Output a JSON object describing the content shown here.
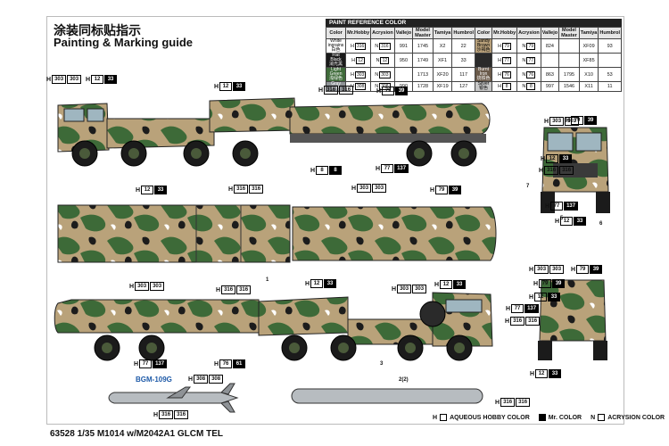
{
  "header": {
    "title_cn": "涂装同标贴指示",
    "title_en": "Painting & Marking guide"
  },
  "paint_table": {
    "caption": "PAINT  REFERENCE COLOR",
    "columns": [
      "Color",
      "Mr.Hobby",
      "Acrysion",
      "Vallejo",
      "Model Master",
      "Tamiya",
      "Humbrol"
    ],
    "left_rows": [
      {
        "name": "White ingrains",
        "cn": "白色",
        "hobby": "316",
        "acry": "316",
        "vallejo": "991",
        "master": "1745",
        "tamiya": "X2",
        "humbrol": "22",
        "swatch": "#ffffff"
      },
      {
        "name": "Flat Black",
        "cn": "消光黑",
        "hobby": "12",
        "acry": "12",
        "vallejo": "950",
        "master": "1749",
        "tamiya": "XF1",
        "humbrol": "33",
        "swatch": "#1a1a1a"
      },
      {
        "name": "Light Green",
        "cn": "浅绿色",
        "hobby": "303",
        "acry": "303",
        "vallejo": "",
        "master": "1713",
        "tamiya": "XF20",
        "humbrol": "117",
        "swatch": "#3f6b3a"
      },
      {
        "name": "Gray",
        "cn": "灰色",
        "hobby": "308",
        "acry": "308",
        "vallejo": "990",
        "master": "1728",
        "tamiya": "XF19",
        "humbrol": "127",
        "swatch": "#8e9296"
      }
    ],
    "right_rows": [
      {
        "name": "Sandy Brown",
        "cn": "沙褐色",
        "hobby": "79",
        "acry": "79",
        "vallejo": "824",
        "master": "",
        "tamiya": "XF09",
        "humbrol": "93",
        "swatch": "#b8a07a"
      },
      {
        "name": "",
        "cn": "",
        "hobby": "77",
        "acry": "77",
        "vallejo": "",
        "master": "",
        "tamiya": "XF85",
        "humbrol": "",
        "swatch": "#2a2a2a"
      },
      {
        "name": "Burnt Iron",
        "cn": "烧铁色",
        "hobby": "76",
        "acry": "76",
        "vallejo": "863",
        "master": "1795",
        "tamiya": "X10",
        "humbrol": "53",
        "swatch": "#6a5a4a"
      },
      {
        "name": "Silver",
        "cn": "银色",
        "hobby": "8",
        "acry": "8",
        "vallejo": "997",
        "master": "1546",
        "tamiya": "X11",
        "humbrol": "11",
        "swatch": "#c8c8c8"
      }
    ]
  },
  "tags": {
    "t1": {
      "pfx": "H",
      "a": "303",
      "b": "303"
    },
    "t2": {
      "pfx": "H",
      "a": "12",
      "b": "33"
    },
    "t3": {
      "pfx": "H",
      "a": "12",
      "b": "33"
    },
    "t4": {
      "pfx": "H",
      "a": "316",
      "b": "316"
    },
    "t5": {
      "pfx": "H",
      "a": "79",
      "b": "39"
    },
    "t6": {
      "pfx": "H",
      "a": "77",
      "b": "137"
    },
    "t7": {
      "pfx": "H",
      "a": "8",
      "b": "8"
    },
    "t8": {
      "pfx": "H",
      "a": "303",
      "b": "303"
    },
    "t9": {
      "pfx": "H",
      "a": "79",
      "b": "39"
    },
    "t10": {
      "pfx": "H",
      "a": "12",
      "b": "33"
    },
    "t11": {
      "pfx": "H",
      "a": "316",
      "b": "316"
    },
    "t12": {
      "pfx": "H",
      "a": "12",
      "b": "33"
    },
    "t13": {
      "pfx": "H",
      "a": "316",
      "b": "316"
    },
    "t14": {
      "pfx": "H",
      "a": "303",
      "b": "303"
    },
    "t15": {
      "pfx": "H",
      "a": "79",
      "b": "39"
    },
    "t16": {
      "pfx": "H",
      "a": "77",
      "b": "137"
    },
    "t17": {
      "pfx": "H",
      "a": "12",
      "b": "33"
    },
    "t18": {
      "pfx": "H",
      "a": "303",
      "b": "303"
    },
    "t19": {
      "pfx": "H",
      "a": "79",
      "b": "39"
    },
    "t20": {
      "pfx": "H",
      "a": "316",
      "b": "316"
    },
    "t21": {
      "pfx": "H",
      "a": "12",
      "b": "33"
    },
    "t22": {
      "pfx": "H",
      "a": "303",
      "b": "303"
    },
    "t23": {
      "pfx": "H",
      "a": "12",
      "b": "33"
    },
    "t24": {
      "pfx": "H",
      "a": "77",
      "b": "137"
    },
    "t25": {
      "pfx": "H",
      "a": "76",
      "b": "61"
    },
    "t26": {
      "pfx": "H",
      "a": "303",
      "b": "303"
    },
    "t27": {
      "pfx": "H",
      "a": "79",
      "b": "39"
    },
    "t28": {
      "pfx": "H",
      "a": "12",
      "b": "33"
    },
    "t29": {
      "pfx": "H",
      "a": "316",
      "b": "316"
    },
    "t30": {
      "pfx": "H",
      "a": "77",
      "b": "137"
    },
    "t31": {
      "pfx": "H",
      "a": "12",
      "b": "33"
    },
    "t32": {
      "pfx": "H",
      "a": "308",
      "b": "308"
    },
    "t33": {
      "pfx": "H",
      "a": "316",
      "b": "316"
    },
    "t34": {
      "pfx": "H",
      "a": "316",
      "b": "316"
    }
  },
  "callouts": {
    "c7": "7",
    "c5": "5",
    "c6": "6",
    "c1": "1",
    "c3": "3",
    "c22": "2(2)"
  },
  "missile_label": "BGM-109G",
  "legend": {
    "h_text": "AQUEOUS HOBBY COLOR",
    "mr_text": "Mr. COLOR",
    "n_text": "ACRYSION COLOR",
    "h_prefix": "H",
    "n_prefix": "N"
  },
  "footer": "63528 1/35 M1014 w/M2042A1 GLCM TEL"
}
